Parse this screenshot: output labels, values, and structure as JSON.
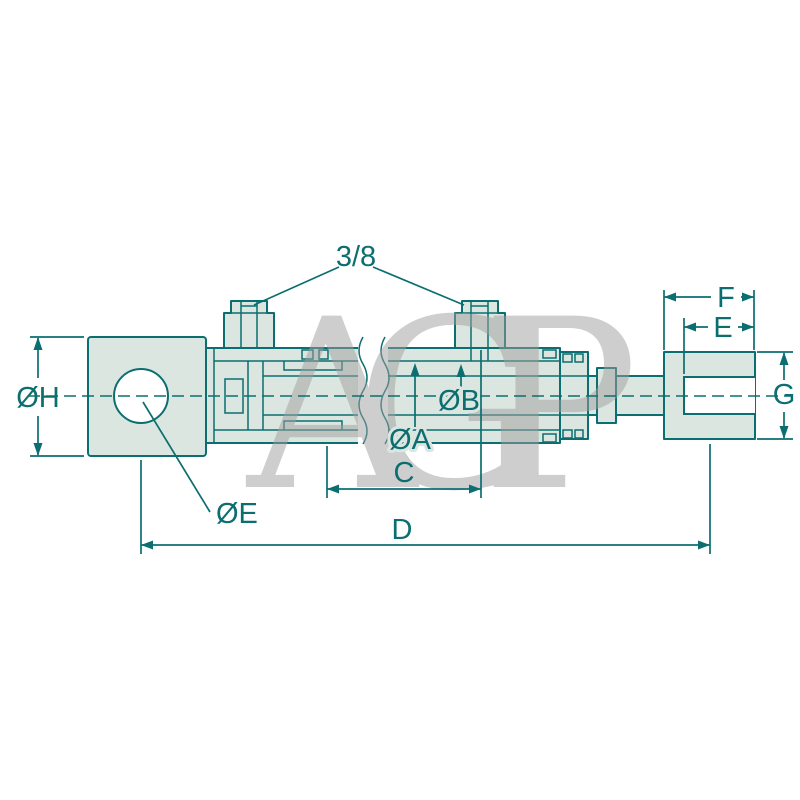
{
  "diagram": {
    "watermark": "AGP",
    "labels": {
      "thread_size": "3/8",
      "dia_h": "ØH",
      "dia_e": "ØE",
      "dia_a": "ØA",
      "dia_b": "ØB",
      "len_c": "C",
      "len_d": "D",
      "len_f": "F",
      "len_e": "E",
      "dia_g": "G"
    },
    "colors": {
      "line": "#0b6e70",
      "part_fill": "#dce6e1",
      "watermark": "#9f9f9f",
      "background": "#ffffff"
    }
  }
}
